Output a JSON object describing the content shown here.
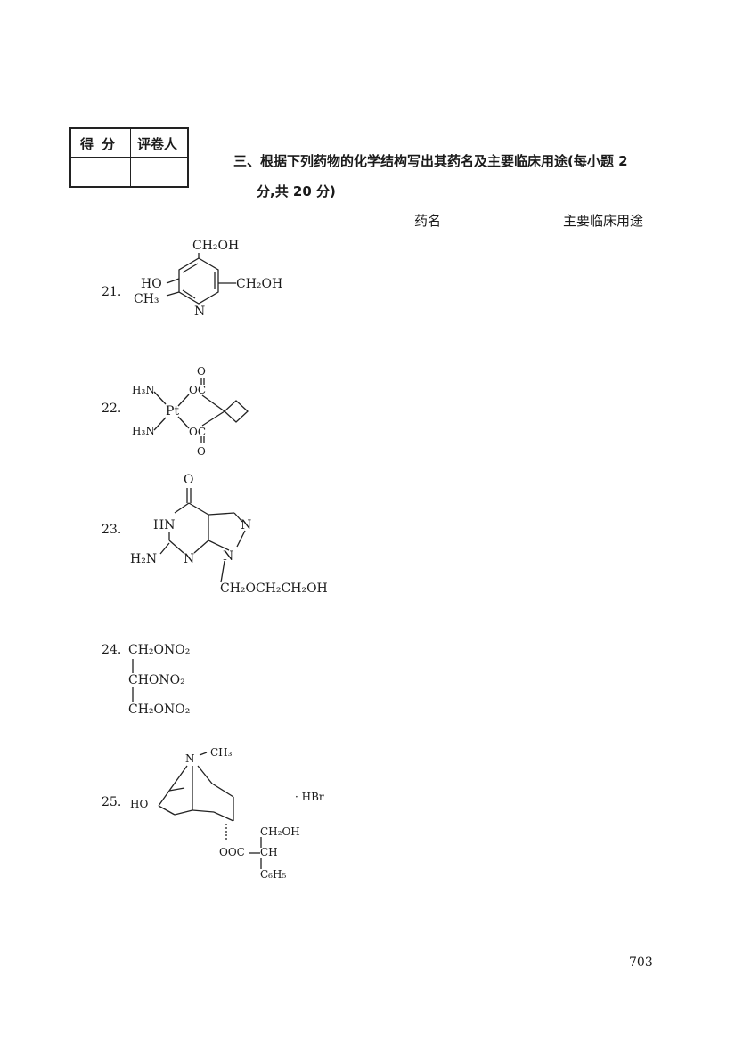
{
  "score_table": {
    "score_label": "得分",
    "grader_label": "评卷人"
  },
  "section": {
    "title_line1": "三、根据下列药物的化学结构写出其药名及主要临床用途(每小题 2",
    "title_line2": "分,共 20 分)",
    "col_drug_name": "药名",
    "col_clinical_use": "主要临床用途"
  },
  "questions": [
    {
      "number": "21.",
      "atoms": {
        "top": "CH₂OH",
        "right": "CH₂OH",
        "left_ho": "HO",
        "left_ch3": "CH₃",
        "n": "N"
      }
    },
    {
      "number": "22.",
      "atoms": {
        "h3n_top": "H₃N",
        "h3n_bottom": "H₃N",
        "pt": "Pt",
        "o_top": "O",
        "oc_top": "OC",
        "oc_bottom": "OC",
        "o_bottom": "O"
      }
    },
    {
      "number": "23.",
      "atoms": {
        "o": "O",
        "hn": "HN",
        "h2n": "H₂N",
        "n_lower": "N",
        "n9": "N",
        "n7": "N",
        "side_chain": "CH₂OCH₂CH₂OH"
      }
    },
    {
      "number": "24.",
      "atoms": {
        "line1": "CH₂ONO₂",
        "line2": "CHONO₂",
        "line3": "CH₂ONO₂"
      }
    },
    {
      "number": "25.",
      "atoms": {
        "n": "N",
        "ch3": "CH₃",
        "ho": "HO",
        "hbr": "· HBr",
        "ch2oh": "CH₂OH",
        "ooc": "OOC",
        "ch": "CH",
        "c6h5": "C₆H₅"
      }
    }
  ],
  "page_number": "703"
}
